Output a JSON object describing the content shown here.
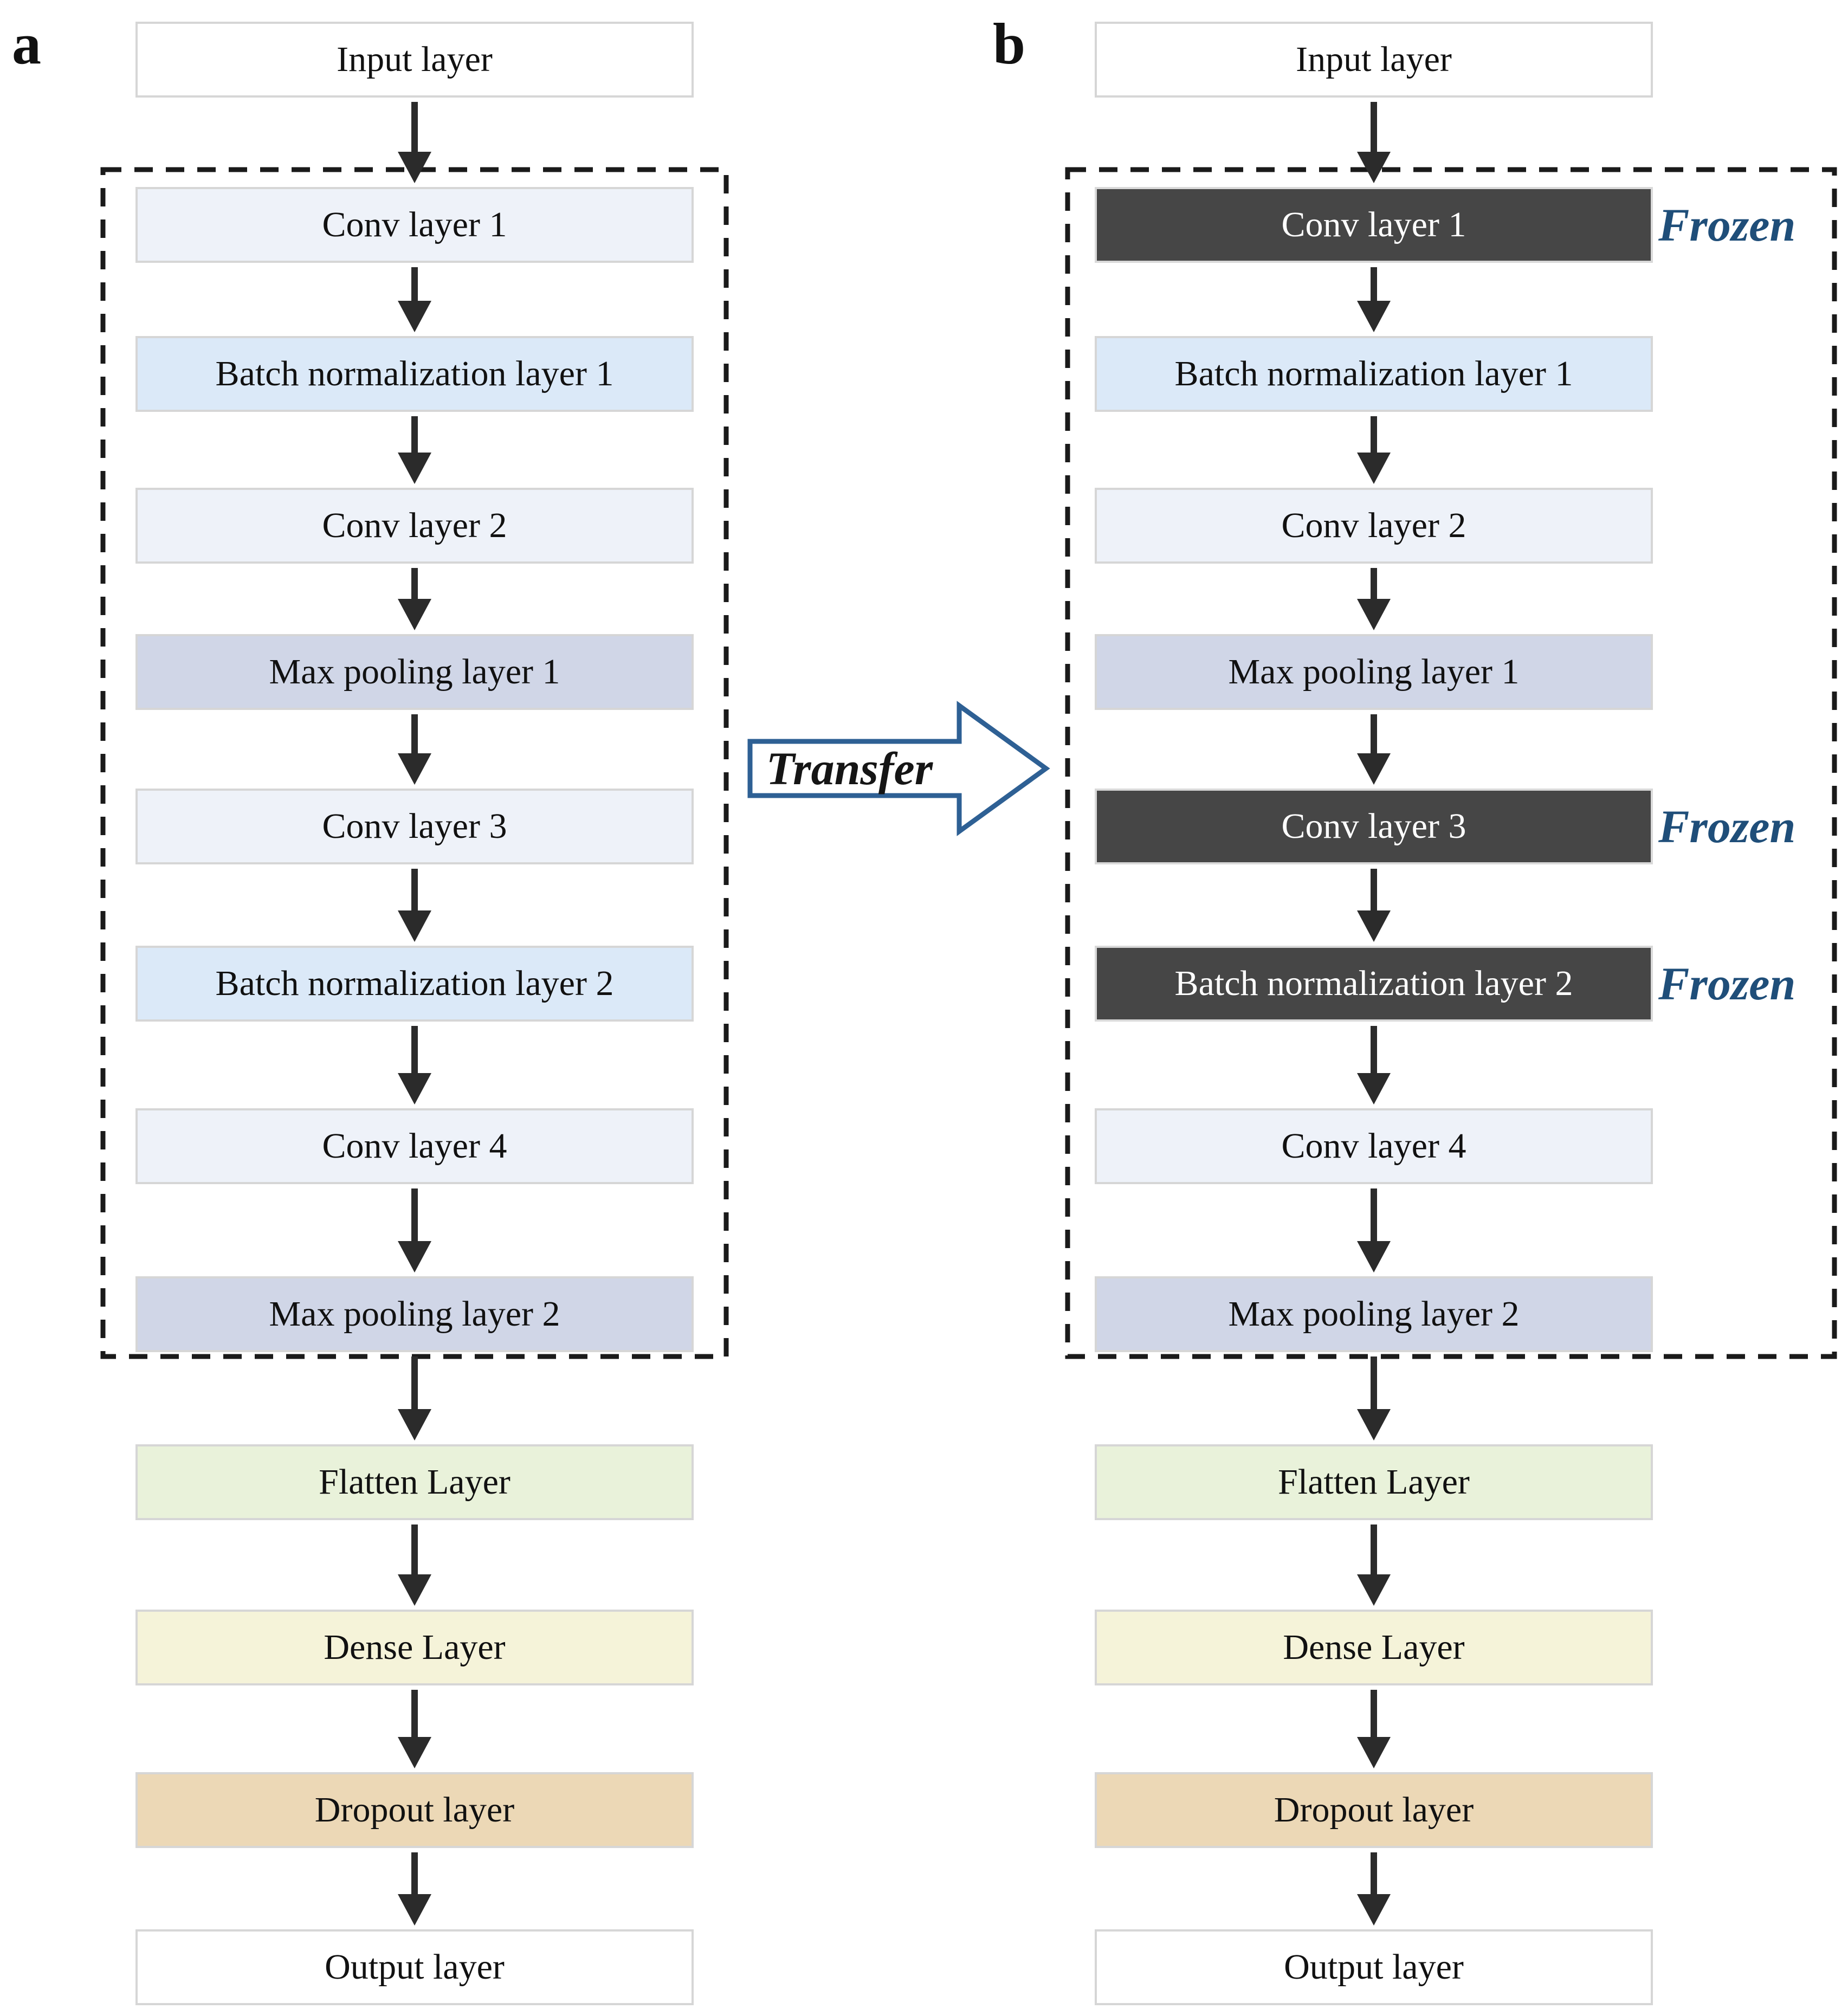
{
  "panels": [
    {
      "label": "a",
      "layers": [
        {
          "name": "Input layer",
          "type": "io"
        },
        {
          "name": "Conv layer 1",
          "type": "conv"
        },
        {
          "name": "Batch normalization layer 1",
          "type": "bn"
        },
        {
          "name": "Conv layer 2",
          "type": "conv"
        },
        {
          "name": "Max pooling layer 1",
          "type": "pool"
        },
        {
          "name": "Conv layer 3",
          "type": "conv"
        },
        {
          "name": "Batch normalization layer 2",
          "type": "bn"
        },
        {
          "name": "Conv layer 4",
          "type": "conv"
        },
        {
          "name": "Max pooling layer 2",
          "type": "pool"
        },
        {
          "name": "Flatten Layer",
          "type": "flatten"
        },
        {
          "name": "Dense Layer",
          "type": "dense"
        },
        {
          "name": "Dropout layer",
          "type": "dropout"
        },
        {
          "name": "Output layer",
          "type": "io"
        }
      ]
    },
    {
      "label": "b",
      "layers": [
        {
          "name": "Input layer",
          "type": "io"
        },
        {
          "name": "Conv layer 1",
          "type": "conv",
          "frozen": true,
          "frozen_label": "Frozen"
        },
        {
          "name": "Batch normalization layer 1",
          "type": "bn"
        },
        {
          "name": "Conv layer 2",
          "type": "conv"
        },
        {
          "name": "Max pooling layer 1",
          "type": "pool"
        },
        {
          "name": "Conv layer 3",
          "type": "conv",
          "frozen": true,
          "frozen_label": "Frozen"
        },
        {
          "name": "Batch normalization layer 2",
          "type": "bn",
          "frozen": true,
          "frozen_label": "Frozen"
        },
        {
          "name": "Conv layer 4",
          "type": "conv"
        },
        {
          "name": "Max pooling layer 2",
          "type": "pool"
        },
        {
          "name": "Flatten Layer",
          "type": "flatten"
        },
        {
          "name": "Dense Layer",
          "type": "dense"
        },
        {
          "name": "Dropout layer",
          "type": "dropout"
        },
        {
          "name": "Output layer",
          "type": "io"
        }
      ]
    }
  ],
  "transfer_label": "Transfer",
  "colors": {
    "conv": "#eef2f9",
    "bn": "#dbe9f8",
    "pool": "#d0d6e7",
    "flatten": "#e9f2da",
    "dense": "#f5f3d9",
    "dropout": "#ecd8b6",
    "io": "#ffffff",
    "frozen-bg": "#464646",
    "frozen-text": "#ffffff",
    "frozen-label": "#1f4e79",
    "transfer-border": "#2e6094",
    "arrow": "#2b2b2b",
    "box-border": "#d6d6d6",
    "dashed-border": "#1a1a1a",
    "text": "#111111"
  }
}
